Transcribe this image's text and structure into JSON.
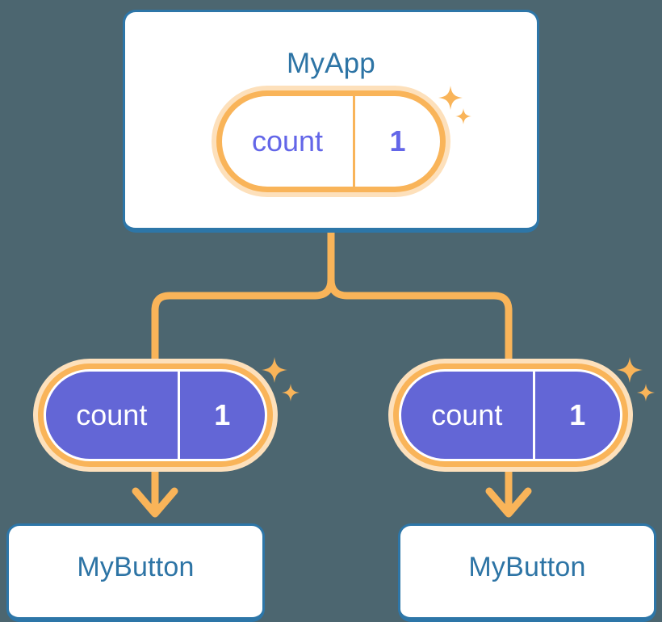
{
  "diagram": {
    "title_text": "MyApp",
    "background_color": "#4c6670",
    "accent_orange": "#f9b459",
    "accent_orange_light": "#fde0bb",
    "accent_blue": "#2d76a8",
    "accent_purple": "#6366d6",
    "app_card": {
      "label": "MyApp",
      "state_pill": {
        "key": "count",
        "value": "1",
        "style": "white-fill"
      }
    },
    "children": [
      {
        "card_label": "MyButton",
        "state_pill": {
          "key": "count",
          "value": "1",
          "style": "purple-fill"
        }
      },
      {
        "card_label": "MyButton",
        "state_pill": {
          "key": "count",
          "value": "1",
          "style": "purple-fill"
        }
      }
    ]
  }
}
